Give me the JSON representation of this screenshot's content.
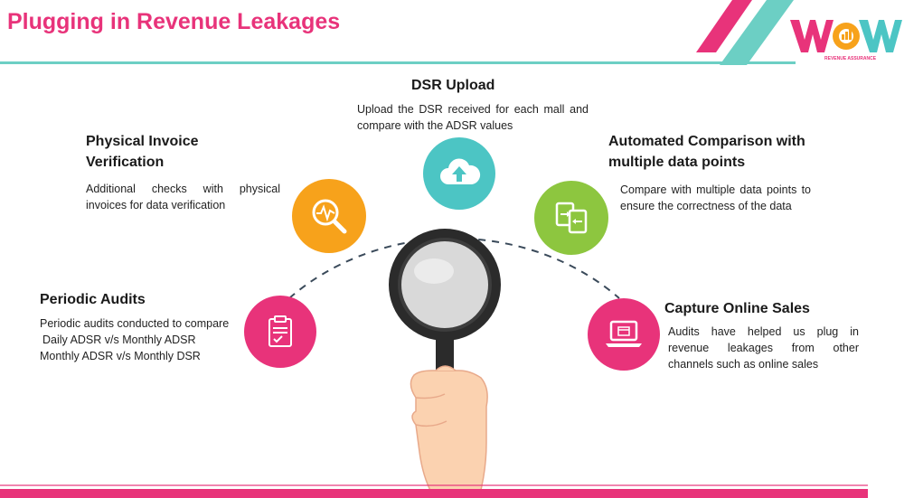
{
  "title": "Plugging in Revenue Leakages",
  "logo": {
    "text": "WOW",
    "tagline": "REVENUE ASSURANCE"
  },
  "colors": {
    "pink": "#e8337a",
    "orange": "#f7a21b",
    "teal": "#4cc5c4",
    "green": "#8dc63f",
    "accent_line": "#6ccfc4"
  },
  "items": [
    {
      "id": "periodic",
      "heading": "Periodic Audits",
      "lines": [
        "Periodic audits conducted to compare",
        "Daily ADSR v/s Monthly  ADSR",
        "Monthly ADSR v/s Monthly DSR"
      ],
      "icon": "clipboard-icon",
      "color": "pink"
    },
    {
      "id": "physical",
      "heading": [
        "Physical Invoice",
        "Verification"
      ],
      "desc": "Additional checks with physical invoices for data verification",
      "icon": "magnifier-pulse-icon",
      "color": "orange"
    },
    {
      "id": "dsr",
      "heading": "DSR Upload",
      "desc": "Upload the DSR received for each mall and compare with the ADSR values",
      "icon": "cloud-upload-icon",
      "color": "teal"
    },
    {
      "id": "automated",
      "heading": [
        "Automated Comparison with",
        "multiple data points"
      ],
      "desc": "Compare with multiple  data points to ensure the correctness of the data",
      "icon": "document-compare-icon",
      "color": "green"
    },
    {
      "id": "online",
      "heading": "Capture Online Sales",
      "desc": "Audits have helped us plug in revenue leakages from other channels such as online sales",
      "icon": "laptop-icon",
      "color": "pink"
    }
  ],
  "center_image": "hand-magnifier-icon"
}
